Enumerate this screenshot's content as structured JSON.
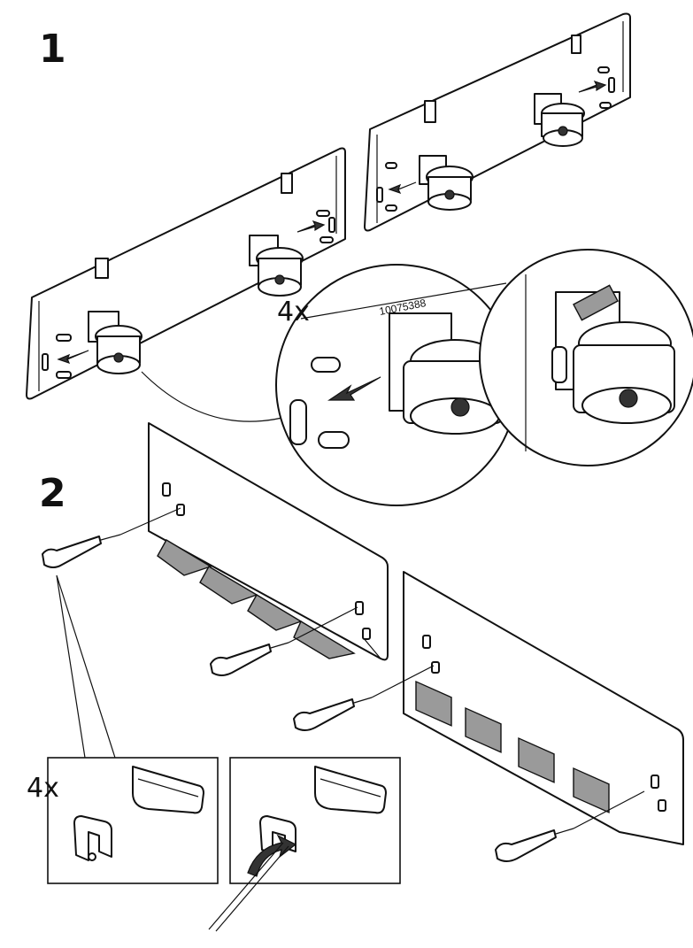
{
  "steps": [
    {
      "number": "1",
      "quantity": "4x",
      "part_number": "10075388"
    },
    {
      "number": "2",
      "quantity": "4x"
    }
  ],
  "colors": {
    "line": "#111111",
    "shade": "#9a9a9a",
    "background": "#ffffff"
  },
  "icons": [
    "caster-wheel",
    "screwdriver",
    "arrow",
    "rotate-arrow",
    "hook-slot"
  ]
}
